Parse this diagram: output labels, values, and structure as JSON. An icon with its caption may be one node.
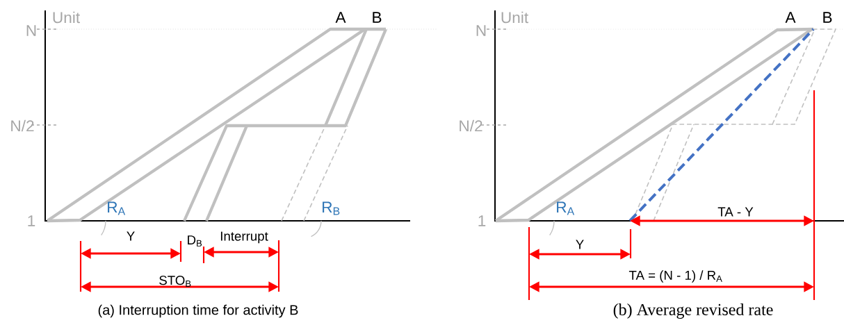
{
  "diagram": {
    "labels": [
      "Unit",
      "A",
      "B",
      "N",
      "N/2",
      "1",
      "R$_{A}$",
      "R$_{B}$",
      "Y",
      "D$_{B}$",
      "Interrupt",
      "STO$_{B}$",
      "(a) Interruption time for activity B",
      "Unit",
      "A",
      "B",
      "N",
      "N/2",
      "1",
      "R$_{A}$",
      "TA - Y",
      "Y",
      "TA = (N - 1) / R$_{A}$",
      "(b) Average revised rate"
    ]
  }
}
